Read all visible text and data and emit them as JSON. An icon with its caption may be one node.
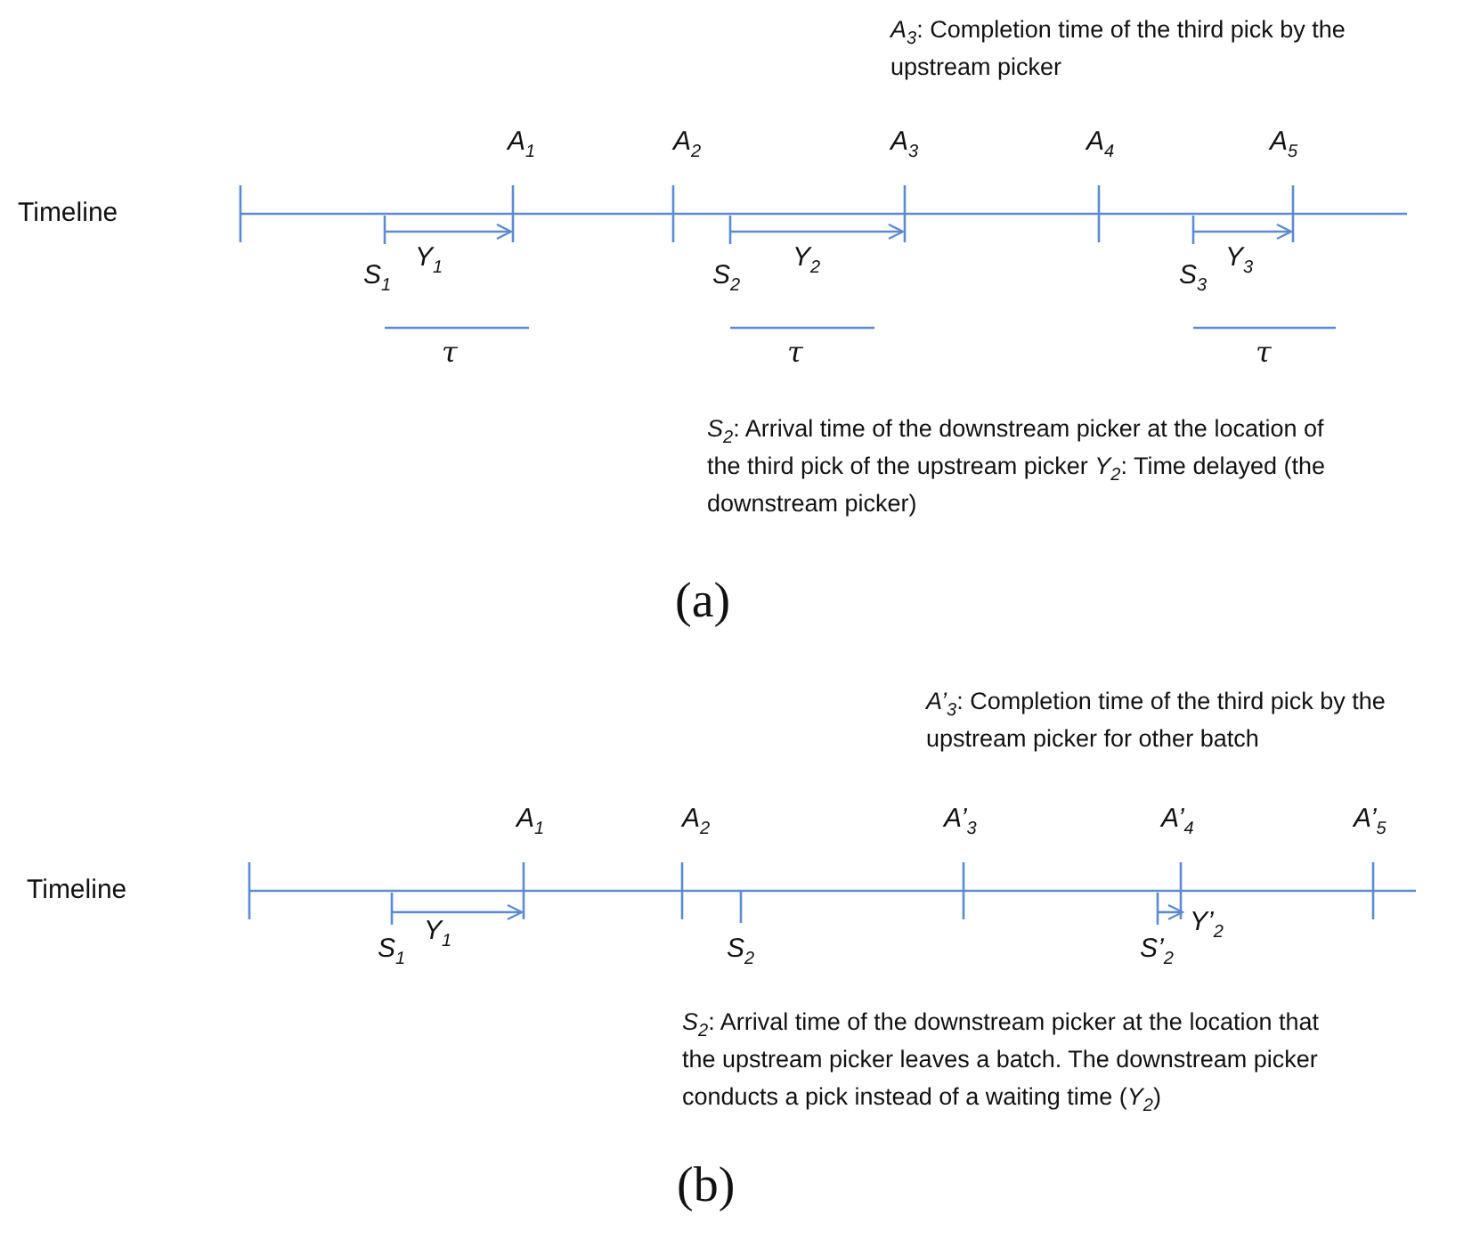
{
  "diagram": {
    "labels": [
      "*A*$_{3}$: Completion time of the third pick by the upstream picker",
      "A$_{1}$",
      "A$_{2}$",
      "A$_{3}$",
      "A$_{4}$",
      "A$_{5}$",
      "Timeline",
      "S$_{1}$",
      "Y$_{1}$",
      "S$_{2}$",
      "Y$_{2}$",
      "S$_{3}$",
      "Y$_{3}$",
      "τ",
      "τ",
      "τ",
      "*S*$_{2}$: Arrival time of the downstream picker at the location of the third pick of the upstream picker *Y*$_{2}$: Time delayed (the downstream picker)",
      "(a)",
      "*A’*$_{3}$: Completion time of the third pick by the upstream picker for other batch",
      "A$_{1}$",
      "A$_{2}$",
      "A’$_{3}$",
      "A’$_{4}$",
      "A’$_{5}$",
      "Timeline",
      "S$_{1}$",
      "Y$_{1}$",
      "S$_{2}$",
      "S’$_{2}$",
      "Y’$_{2}$",
      "*S*$_{2}$: Arrival time of the downstream picker at the location that the upstream picker leaves a batch. The downstream picker conducts a pick instead of a waiting time (*Y*$_{2}$)",
      "(b)"
    ]
  }
}
